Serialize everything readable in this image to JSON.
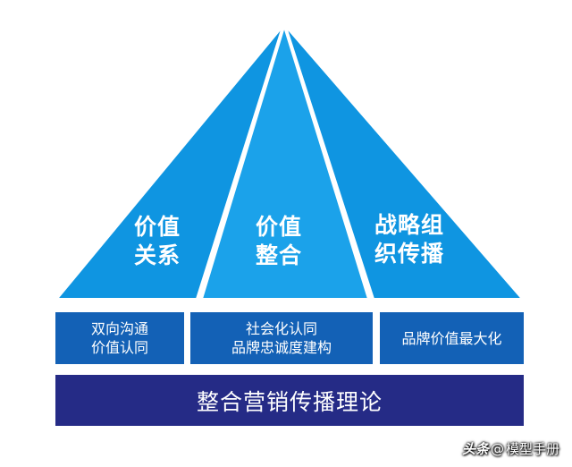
{
  "pyramid": {
    "colors": {
      "face": "#0f95e1",
      "face_light": "#1ba2ea",
      "edge": "#ffffff"
    },
    "segments": [
      {
        "lines": [
          "价值",
          "关系"
        ]
      },
      {
        "lines": [
          "价值",
          "整合"
        ]
      },
      {
        "lines": [
          "战略组",
          "织传播"
        ]
      }
    ]
  },
  "boxes": [
    {
      "lines": [
        "双向沟通",
        "价值认同"
      ]
    },
    {
      "lines": [
        "社会化认同",
        "品牌忠诚度建构"
      ]
    },
    {
      "lines": [
        "品牌价值最大化"
      ]
    }
  ],
  "base": {
    "label": "整合营销传播理论"
  },
  "watermark": {
    "platform": "头条",
    "at": "@",
    "account": "模型手册"
  },
  "colors": {
    "box": "#1361b6",
    "base": "#252b86"
  }
}
